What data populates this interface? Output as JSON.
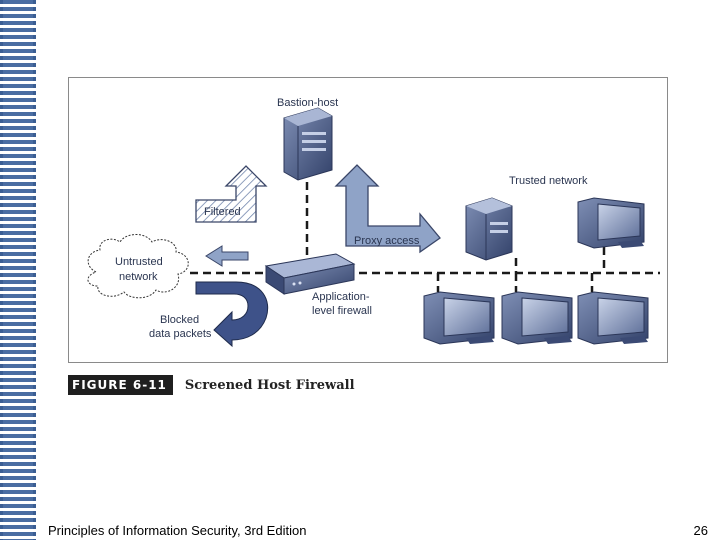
{
  "diagram": {
    "labels": {
      "bastion_host": "Bastion-host",
      "trusted_network": "Trusted network",
      "filtered": "Filtered",
      "proxy_access": "Proxy access",
      "untrusted_network_line1": "Untrusted",
      "untrusted_network_line2": "network",
      "application_firewall_line1": "Application-",
      "application_firewall_line2": "level firewall",
      "blocked_line1": "Blocked",
      "blocked_line2": "data packets"
    }
  },
  "caption": {
    "label": "FIGURE 6-11",
    "title": "Screened Host Firewall"
  },
  "footer": {
    "title": "Principles of Information Security, 3rd Edition",
    "page_number": "26"
  },
  "colors": {
    "accent": "#3b5e93",
    "arrow_fill": "#8fa3c7",
    "arrow_dark": "#3e5289",
    "device_dark": "#3e4f78"
  }
}
